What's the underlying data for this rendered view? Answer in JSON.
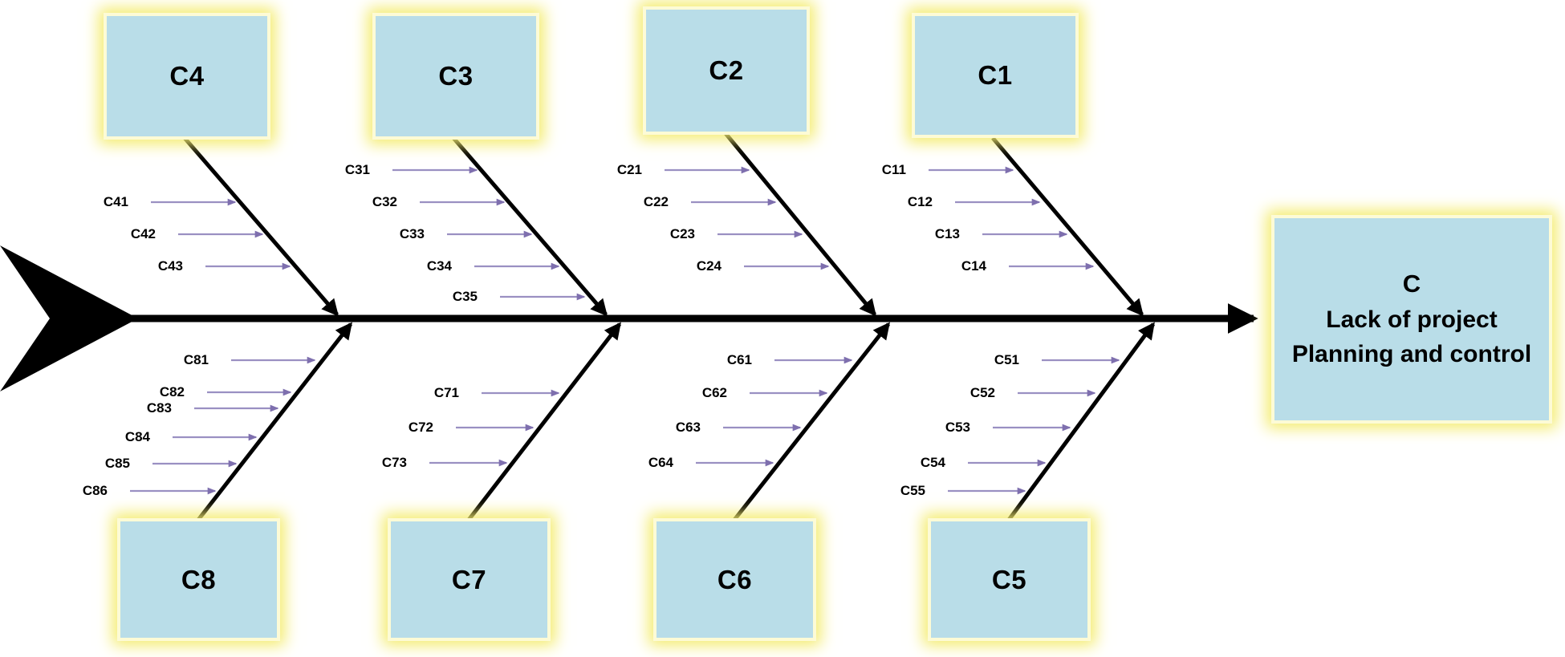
{
  "diagram": {
    "type": "fishbone",
    "effect": {
      "code": "C",
      "label": "Lack of project Planning and control"
    },
    "categories": [
      {
        "label": "C4",
        "side": "top",
        "subcauses": [
          "C41",
          "C42",
          "C43"
        ]
      },
      {
        "label": "C3",
        "side": "top",
        "subcauses": [
          "C31",
          "C32",
          "C33",
          "C34",
          "C35"
        ]
      },
      {
        "label": "C2",
        "side": "top",
        "subcauses": [
          "C21",
          "C22",
          "C23",
          "C24"
        ]
      },
      {
        "label": "C1",
        "side": "top",
        "subcauses": [
          "C11",
          "C12",
          "C13",
          "C14"
        ]
      },
      {
        "label": "C8",
        "side": "bottom",
        "subcauses": [
          "C81",
          "C82",
          "C83",
          "C84",
          "C85",
          "C86"
        ]
      },
      {
        "label": "C7",
        "side": "bottom",
        "subcauses": [
          "C71",
          "C72",
          "C73"
        ]
      },
      {
        "label": "C6",
        "side": "bottom",
        "subcauses": [
          "C61",
          "C62",
          "C63",
          "C64"
        ]
      },
      {
        "label": "C5",
        "side": "bottom",
        "subcauses": [
          "C51",
          "C52",
          "C53",
          "C54",
          "C55"
        ]
      }
    ],
    "colors": {
      "box_fill": "#b9dde8",
      "box_glow": "#f4ec6e",
      "spine": "#000000",
      "subarrow_line": "#9a90c2",
      "subarrow_head": "#7e6fae"
    }
  }
}
